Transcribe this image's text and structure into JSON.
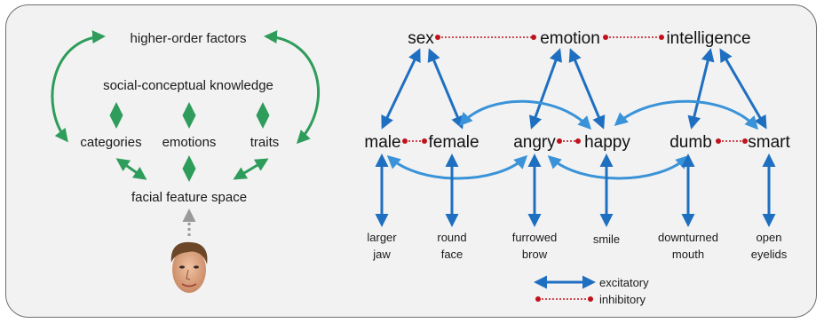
{
  "left_panel": {
    "higher_order": "higher-order factors",
    "social_knowledge": "social-conceptual knowledge",
    "categories": "categories",
    "emotions": "emotions",
    "traits": "traits",
    "facial_space": "facial feature space"
  },
  "right_panel": {
    "top": [
      "sex",
      "emotion",
      "intelligence"
    ],
    "middle": [
      "male",
      "female",
      "angry",
      "happy",
      "dumb",
      "smart"
    ],
    "features": [
      [
        "larger",
        "jaw"
      ],
      [
        "round",
        "face"
      ],
      [
        "furrowed",
        "brow"
      ],
      [
        "smile",
        ""
      ],
      [
        "downturned",
        "mouth"
      ],
      [
        "open",
        "eyelids"
      ]
    ]
  },
  "legend": {
    "excitatory": "excitatory",
    "inhibitory": "inhibitory"
  },
  "colors": {
    "green": "#2e9c5a",
    "blue": "#1f6fc1",
    "blue_light": "#3a93d8",
    "red": "#c0121c",
    "gray": "#9a9a9a",
    "panel": "#f2f2f2"
  },
  "face_icon": "face-photo-icon"
}
